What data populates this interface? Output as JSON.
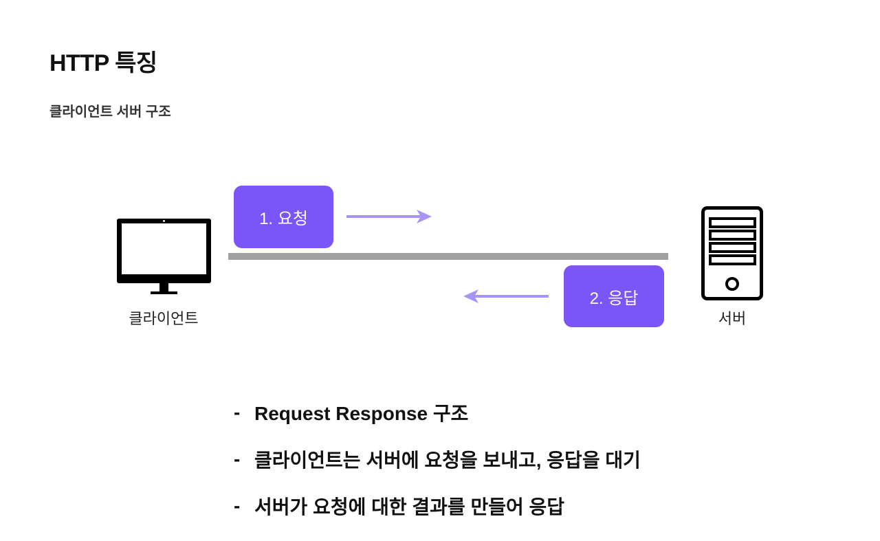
{
  "title": "HTTP 특징",
  "subtitle": "클라이언트 서버 구조",
  "colors": {
    "accent": "#7b55f7",
    "arrow": "#a893f8",
    "line": "#a0a0a0",
    "device": "#000000"
  },
  "diagram": {
    "request_label": "1. 요청",
    "response_label": "2. 응답",
    "client_label": "클라이언트",
    "server_label": "서버",
    "client_icon": "monitor-icon",
    "server_icon": "server-tower-icon"
  },
  "bullet_marker": "-",
  "bullets": [
    "Request Response 구조",
    "클라이언트는 서버에 요청을 보내고, 응답을 대기",
    "서버가 요청에 대한 결과를 만들어 응답"
  ]
}
